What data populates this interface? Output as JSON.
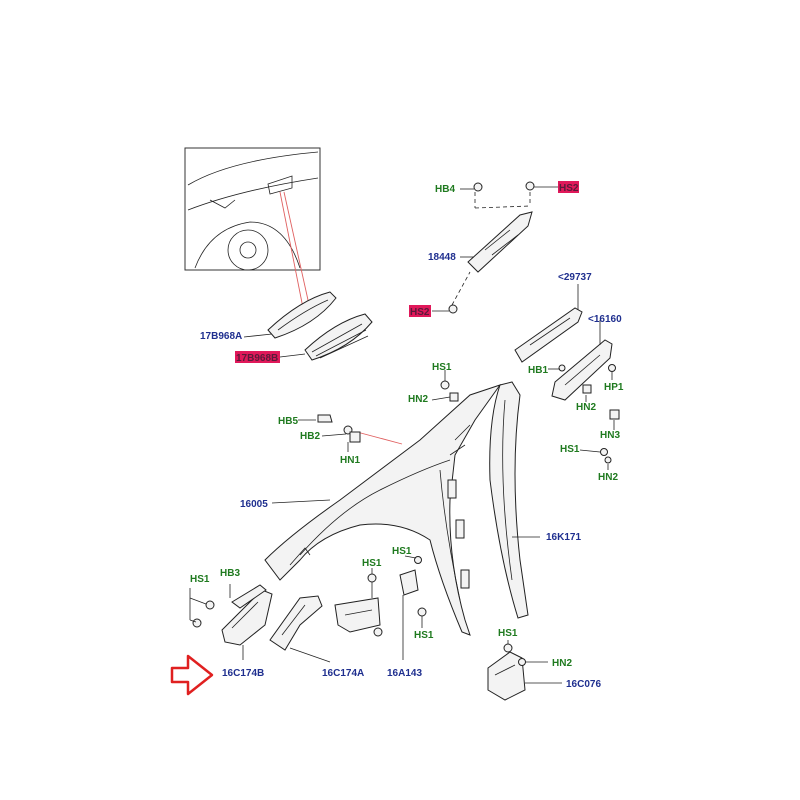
{
  "labels": {
    "hb4": "HB4",
    "hs2_top": "HS2",
    "p18448": "18448",
    "p29737": "<29737",
    "hs2_mid": "HS2",
    "p16160": "<16160",
    "p17b968a": "17B968A",
    "p17b968b": "17B968B",
    "hs1_a": "HS1",
    "hn2_a": "HN2",
    "hb1": "HB1",
    "hp1": "HP1",
    "hn2_b": "HN2",
    "hn3": "HN3",
    "hb5": "HB5",
    "hb2": "HB2",
    "hn1": "HN1",
    "hs1_b": "HS1",
    "hn2_c": "HN2",
    "p16005": "16005",
    "p16k171": "16K171",
    "hs1_c": "HS1",
    "hb3": "HB3",
    "hs1_d": "HS1",
    "hs1_e": "HS1",
    "hs1_f": "HS1",
    "hs1_g": "HS1",
    "hn2_d": "HN2",
    "p16c174b": "16C174B",
    "p16c174a": "16C174A",
    "p16a143": "16A143",
    "p16c076": "16C076"
  },
  "colors": {
    "part_number": "#1f2f8f",
    "fastener_code": "#1f7a1f",
    "highlight": "#e0185a",
    "arrow": "#e02020"
  }
}
